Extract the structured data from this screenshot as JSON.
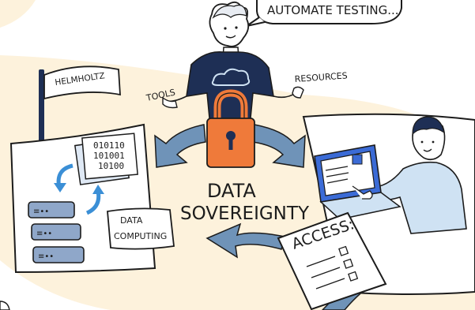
{
  "speech": {
    "text": "AUTOMATE TESTING..."
  },
  "flag": {
    "label": "HELMHOLTZ"
  },
  "labels": {
    "tools": "TOOLS",
    "resources": "RESOURCES",
    "title_line1": "DATA",
    "title_line2": "SOVEREIGNTY",
    "computing_line1": "DATA",
    "computing_line2": "COMPUTING",
    "access": "ACCESS:"
  },
  "binary": {
    "lines": [
      "010110",
      "101001",
      "10100"
    ]
  },
  "colors": {
    "cream": "#fdf2dc",
    "navy": "#1e2f55",
    "arrow_blue": "#6f93b8",
    "lock_orange": "#ef7a3a",
    "server_blue": "#8fa7c9",
    "screen_blue": "#3b6bd6",
    "shirt_light": "#cfe2f3"
  }
}
